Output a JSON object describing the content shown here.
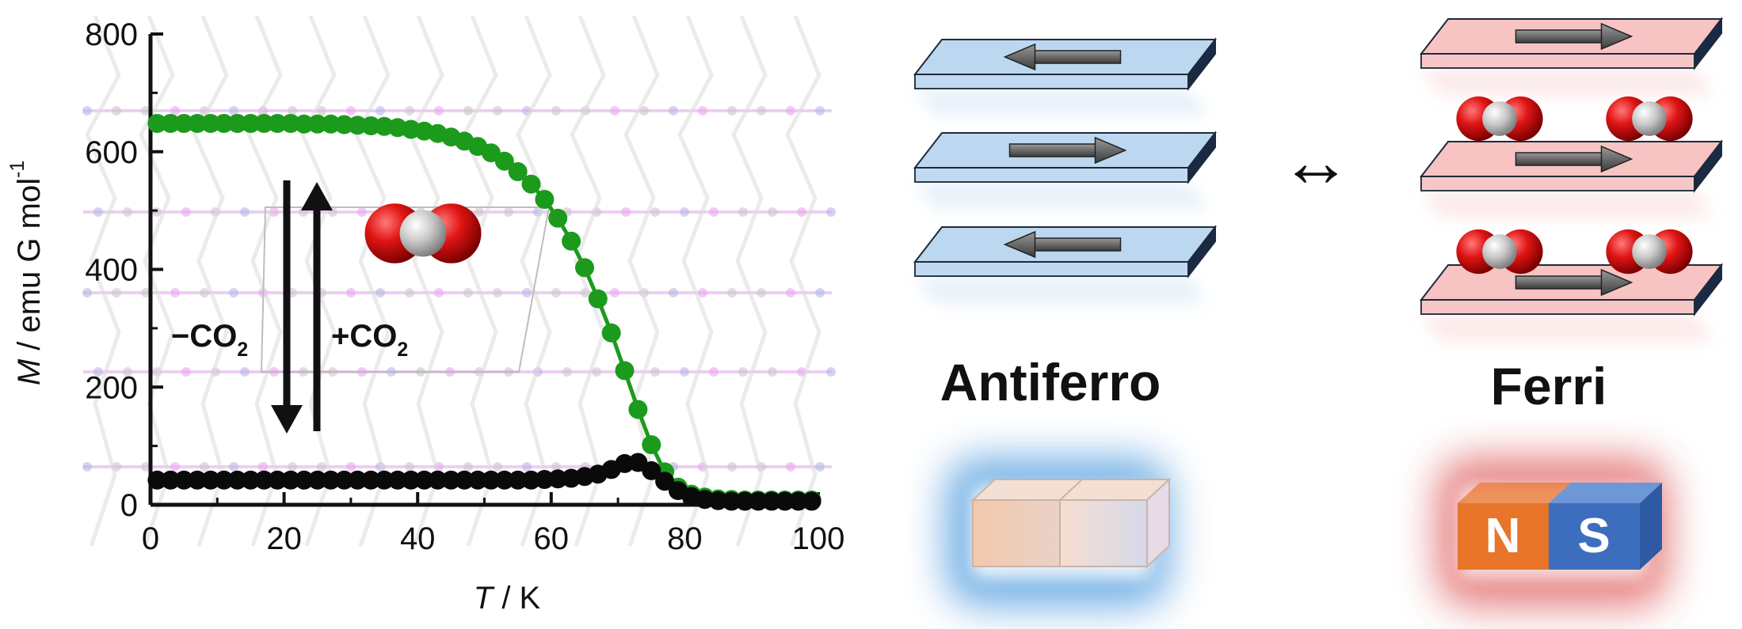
{
  "chart_data": {
    "type": "scatter",
    "xlabel": {
      "italic": "T",
      "rest": " / K"
    },
    "ylabel": {
      "italic": "M",
      "rest": " / emu G mol",
      "sup": "-1"
    },
    "xlim": [
      0,
      100
    ],
    "ylim": [
      0,
      800
    ],
    "xticks": [
      0,
      20,
      40,
      60,
      80,
      100
    ],
    "yticks": [
      0,
      200,
      400,
      600,
      800
    ],
    "grid": false,
    "series": [
      {
        "color": "#1c9a1c",
        "connected": true,
        "x": [
          1,
          3,
          5,
          7,
          9,
          11,
          13,
          15,
          17,
          19,
          21,
          23,
          25,
          27,
          29,
          31,
          33,
          35,
          37,
          39,
          41,
          43,
          45,
          47,
          49,
          51,
          53,
          55,
          57,
          59,
          61,
          63,
          65,
          67,
          69,
          71,
          73,
          75,
          77,
          79,
          81,
          83,
          85,
          87,
          89,
          91,
          93,
          95,
          97,
          99
        ],
        "y": [
          648,
          648,
          648,
          648,
          648,
          648,
          648,
          648,
          648,
          648,
          648,
          647,
          647,
          647,
          646,
          645,
          644,
          643,
          641,
          638,
          635,
          631,
          625,
          618,
          609,
          598,
          584,
          566,
          545,
          519,
          487,
          448,
          403,
          350,
          292,
          228,
          162,
          102,
          56,
          30,
          18,
          13,
          10,
          9,
          8,
          8,
          8,
          8,
          8,
          8
        ]
      },
      {
        "color": "#0a0a0a",
        "connected": true,
        "x": [
          1,
          3,
          5,
          7,
          9,
          11,
          13,
          15,
          17,
          19,
          21,
          23,
          25,
          27,
          29,
          31,
          33,
          35,
          37,
          39,
          41,
          43,
          45,
          47,
          49,
          51,
          53,
          55,
          57,
          59,
          61,
          63,
          65,
          67,
          69,
          71,
          73,
          75,
          77,
          79,
          81,
          83,
          85,
          87,
          89,
          91,
          93,
          95,
          97,
          99
        ],
        "y": [
          42,
          42,
          42,
          42,
          42,
          42,
          42,
          42,
          42,
          42,
          42,
          42,
          42,
          42,
          42,
          42,
          42,
          42,
          42,
          42,
          42,
          42,
          42,
          42,
          42,
          42,
          42,
          42,
          42,
          43,
          44,
          45,
          48,
          52,
          60,
          70,
          72,
          58,
          40,
          24,
          14,
          9,
          7,
          6,
          6,
          6,
          6,
          6,
          6,
          6
        ]
      }
    ],
    "annotations": {
      "arrow_left": {
        "text": "−CO",
        "sub": "2"
      },
      "arrow_right": {
        "text": "+CO",
        "sub": "2"
      }
    }
  },
  "schematic": {
    "double_arrow": "↔",
    "antiferro": {
      "label": "Antiferro",
      "layer_color": "#bcd8f0",
      "spins": [
        "left",
        "right",
        "left"
      ]
    },
    "ferri": {
      "label": "Ferri",
      "layer_color": "#f7c3c3",
      "spins": [
        "right",
        "right",
        "right"
      ]
    },
    "magnet": {
      "north": "N",
      "south": "S",
      "north_color": "#e8752a",
      "south_color": "#3d6ebd"
    }
  }
}
